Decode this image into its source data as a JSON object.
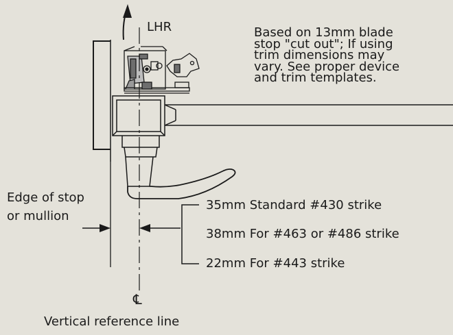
{
  "hand_label": "LHR",
  "note_lines": [
    "Based on 13mm blade",
    "stop \"cut out\"; If using",
    "trim dimensions may",
    "vary. See proper device",
    "and trim templates."
  ],
  "edge_label_lines": [
    "Edge of stop",
    "or mullion"
  ],
  "strike_options": [
    "35mm Standard #430 strike",
    "38mm For #463 or #486 strike",
    "22mm  For #443 strike"
  ],
  "centerline_symbol": "℄",
  "centerline_caption": "Vertical reference line",
  "colors": {
    "background": "#e4e2da",
    "line": "#1a1a1a",
    "metal_dark": "#6e6e6e"
  }
}
